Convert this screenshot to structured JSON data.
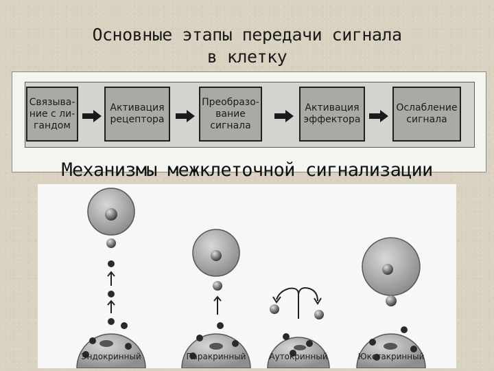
{
  "title": {
    "line1": "Основные этапы передачи сигнала",
    "line2": "в клетку"
  },
  "flow": {
    "steps": [
      "Связыва-\nние с ли-\nгандом",
      "Активация\nрецептора",
      "Преобразо-\nвание\nсигнала",
      "Активация\nэффектора",
      "Ослабление\nсигнала"
    ],
    "arrow_icon": "right-arrow-icon"
  },
  "subtitle": "Механизмы межклеточной сигнализации",
  "mechanisms": [
    {
      "label": "Эндокринный"
    },
    {
      "label": "Паракринный"
    },
    {
      "label": "Аутокринный"
    },
    {
      "label": "Юкстакринный"
    }
  ],
  "colors": {
    "background": "#d9d2c0",
    "step_fill": "#a9a9a5",
    "cell_fill": "#9c9c9c"
  }
}
